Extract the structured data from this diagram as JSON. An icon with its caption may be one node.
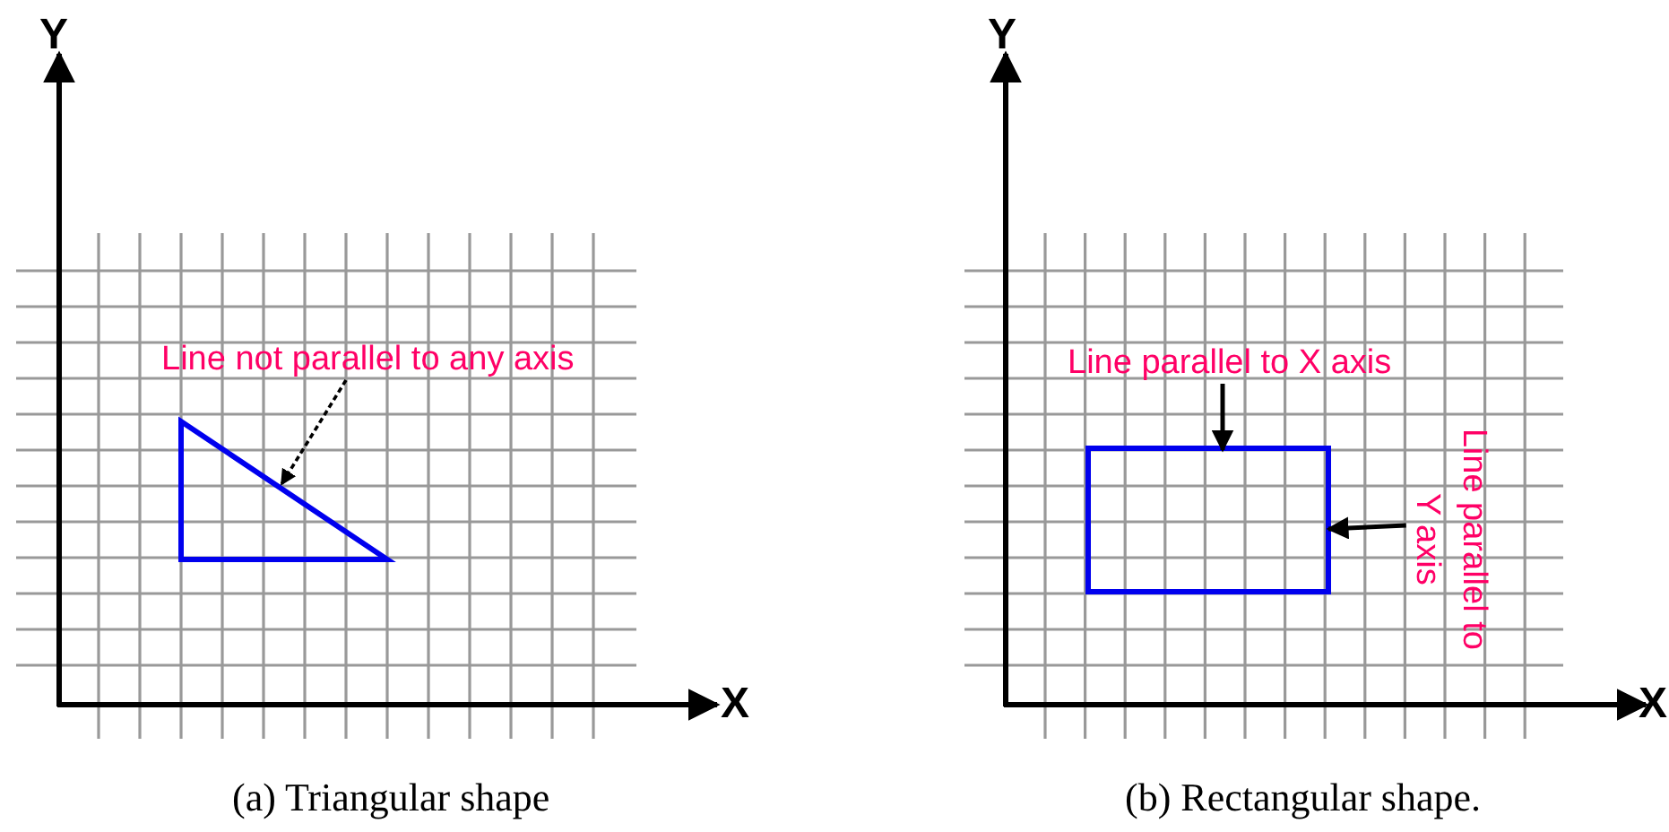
{
  "diagram": {
    "nodes": [
      {
        "text": [
          "Line not parallel to any axis"
        ]
      },
      {
        "text": [],
        "shape": "triangle"
      },
      {
        "text": [
          "Line parallel to X axis"
        ]
      },
      {
        "text": [
          "Line parallel to Y axis"
        ]
      },
      {
        "text": [],
        "shape": "box"
      }
    ],
    "edges": [
      {
        "from": 0,
        "to": 1,
        "arrow": "to",
        "style": "dashed"
      },
      {
        "from": 2,
        "to": 4,
        "arrow": "to"
      },
      {
        "from": 3,
        "to": 4,
        "arrow": "to"
      }
    ],
    "labels": [
      "Y",
      "X",
      "(a) Triangular shape",
      "Y",
      "X",
      "(b) Rectangular shape."
    ]
  }
}
